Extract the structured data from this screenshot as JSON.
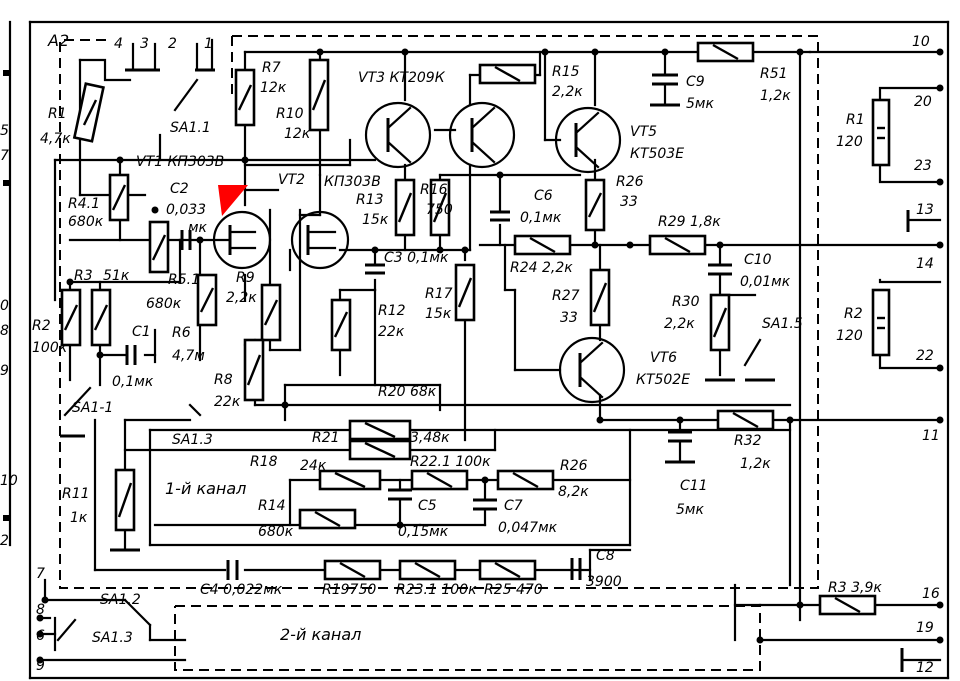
{
  "board": "A2",
  "top_pins": [
    "4",
    "3",
    "2",
    "1"
  ],
  "left_pins_edge": [
    "5",
    "7",
    "0",
    "8",
    "9",
    "10",
    "2"
  ],
  "right_pins": [
    "10",
    "20",
    "23",
    "13",
    "14",
    "22",
    "11",
    "16",
    "19",
    "12"
  ],
  "bottom_left_pins": [
    "7",
    "8",
    "6",
    "9"
  ],
  "switches": {
    "sa11_top": "SA1.1",
    "sa11_left": "SA1-1",
    "sa13_mid": "SA1.3",
    "sa12": "SA1.2",
    "sa13_bot": "SA1.3",
    "sa15": "SA1.5"
  },
  "transistors": {
    "vt1": "VT1 КП303В",
    "vt2": "VT2",
    "vt2_type": "КП303В",
    "vt3": "VT3 КТ209К",
    "vt5": "VT5",
    "vt5_type": "КТ503Е",
    "vt6": "VT6",
    "vt6_type": "КТ502Е"
  },
  "resistors": {
    "r1": "R1",
    "r1v": "4,7к",
    "r41": "R4.1",
    "r41v": "680к",
    "r3": "R3",
    "r3v": "51к",
    "r2": "R2",
    "r2v": "100к",
    "r51": "R5.1",
    "r51v": "680к",
    "r6": "R6",
    "r6v": "4,7м",
    "r7": "R7",
    "r7v": "12к",
    "r10": "R10",
    "r10v": "12к",
    "r9": "R9",
    "r9v": "2,2к",
    "r8": "R8",
    "r8v": "22к",
    "r13": "R13",
    "r13v": "15к",
    "r16": "R16",
    "r16v": "750",
    "r12": "R12",
    "r12v": "22к",
    "r17": "R17",
    "r17v": "15к",
    "r15": "R15",
    "r15v": "2,2к",
    "r26": "R26",
    "r26v": "33",
    "r24": "R24 2,2к",
    "r27": "R27",
    "r27v": "33",
    "r29": "R29 1,8к",
    "r30": "R30",
    "r30v": "2,2к",
    "r51b": "R51",
    "r51bv": "1,2к",
    "r1b": "R1",
    "r1bv": "120",
    "r2b": "R2",
    "r2bv": "120",
    "r20": "R20 68к",
    "r21": "R21",
    "r21v": "3,48к",
    "r18": "R18",
    "r18v": "24к",
    "r221": "R22.1 100к",
    "r26b": "R26",
    "r26bv": "8,2к",
    "r14": "R14",
    "r14v": "680к",
    "r11": "R11",
    "r11v": "1к",
    "r32": "R32",
    "r32v": "1,2к",
    "r19": "R19750",
    "r231": "R23.1 100к",
    "r25": "R25 470",
    "r3b": "R3 3,9к"
  },
  "capacitors": {
    "c2": "C2",
    "c2v": "0,033",
    "c2u": "мк",
    "c1": "C1",
    "c1v": "0,1мк",
    "c3": "C3 0,1мк",
    "c6": "C6",
    "c6v": "0,1мк",
    "c9": "C9",
    "c9v": "5мк",
    "c10": "C10",
    "c10v": "0,01мк",
    "c11": "C11",
    "c11v": "5мк",
    "c5": "C5",
    "c5v": "0,15мк",
    "c7": "C7",
    "c7v": "0,047мк",
    "c4": "C4 0,022мк",
    "c8": "C8",
    "c8v": "3900"
  },
  "channel1": "1-й канал",
  "channel2": "2-й канал",
  "pointer_color": "#ff0000"
}
